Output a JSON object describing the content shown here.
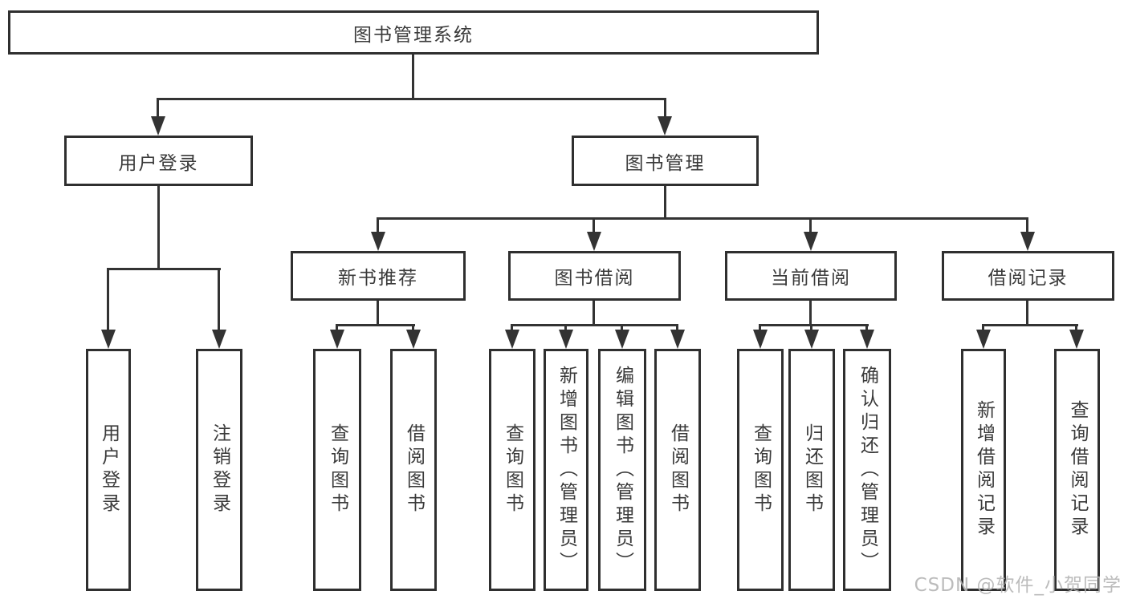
{
  "diagram": {
    "root": {
      "label": "图书管理系统",
      "children": [
        {
          "label": "用户登录",
          "children": [
            {
              "label": "用户登录"
            },
            {
              "label": "注销登录"
            }
          ]
        },
        {
          "label": "图书管理",
          "children": [
            {
              "label": "新书推荐",
              "children": [
                {
                  "label": "查询图书"
                },
                {
                  "label": "借阅图书"
                }
              ]
            },
            {
              "label": "图书借阅",
              "children": [
                {
                  "label": "查询图书"
                },
                {
                  "label": "新增图书（管理员）"
                },
                {
                  "label": "编辑图书（管理员）"
                },
                {
                  "label": "借阅图书"
                }
              ]
            },
            {
              "label": "当前借阅",
              "children": [
                {
                  "label": "查询图书"
                },
                {
                  "label": "归还图书"
                },
                {
                  "label": "确认归还（管理员）"
                }
              ]
            },
            {
              "label": "借阅记录",
              "children": [
                {
                  "label": "新增借阅记录"
                },
                {
                  "label": "查询借阅记录"
                }
              ]
            }
          ]
        }
      ]
    }
  },
  "watermark": {
    "text": "CSDN @软件_小贺同学"
  },
  "colors": {
    "line": "#333333",
    "box_border": "#2f2f2f",
    "text": "#3a3a3a",
    "background": "#ffffff",
    "watermark": "#b5b5b5"
  }
}
